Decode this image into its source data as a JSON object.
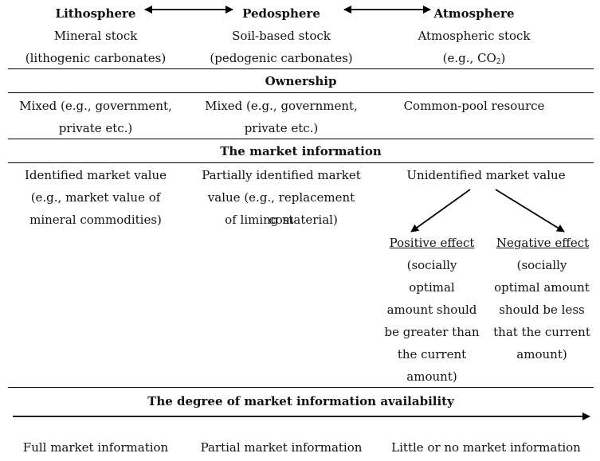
{
  "spheres": {
    "lithosphere": {
      "title": "Lithosphere",
      "line1": "Mineral stock",
      "line2": "(lithogenic carbonates)"
    },
    "pedosphere": {
      "title": "Pedosphere",
      "line1": "Soil-based stock",
      "line2": "(pedogenic carbonates)"
    },
    "atmosphere": {
      "title": "Atmosphere",
      "line1": "Atmospheric stock",
      "line2_prefix": "(e.g., CO",
      "line2_sub": "2",
      "line2_suffix": ")"
    }
  },
  "ownership": {
    "heading": "Ownership",
    "col1": [
      "Mixed (e.g., government,",
      "private etc.)"
    ],
    "col2": [
      "Mixed (e.g., government,",
      "private etc.)"
    ],
    "col3": [
      "Common-pool resource"
    ]
  },
  "market_info": {
    "heading": "The market information",
    "col1": [
      "Identified market value",
      "(e.g., market value of",
      "mineral commodities)"
    ],
    "col2": [
      "Partially identified market",
      "value (e.g., replacement cost",
      "of liming material)"
    ],
    "col3": [
      "Unidentified market value"
    ],
    "positive": {
      "title": "Positive effect",
      "lines": [
        "(socially",
        "optimal",
        "amount should",
        "be greater than",
        "the current",
        "amount)"
      ]
    },
    "negative": {
      "title": "Negative effect",
      "lines": [
        "(socially",
        "optimal amount",
        "should be less",
        "that the current",
        "amount)"
      ]
    }
  },
  "availability": {
    "heading": "The degree of market information availability",
    "levels": [
      "Full market information",
      "Partial market information",
      "Little or no market information"
    ]
  }
}
